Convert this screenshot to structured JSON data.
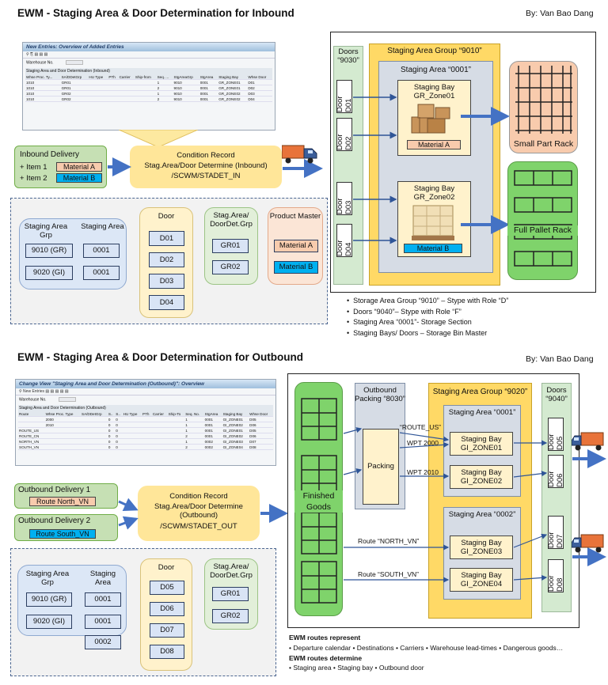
{
  "inbound": {
    "title": "EWM - Staging Area & Door Determination for Inbound",
    "author": "By: Van Bao Dang",
    "sap": {
      "title": "New Entries: Overview of Added Entries",
      "toolbar": "⚲ ⎘ ▤ ▤ ▤",
      "warehouse_label": "Warehouse No.",
      "table_title": "Staging Area and Door Determination (Inbound)",
      "headers": [
        "Whse Proc. Ty...",
        "SA/DDetGrp",
        "HU Type",
        "PTh",
        "Carrier",
        "Ship-from",
        "Seq. ...",
        "StgAreaGrp",
        "StgArea",
        "Staging Bay",
        "Whse Door"
      ],
      "rows": [
        [
          "1010",
          "GR01",
          "",
          "",
          "",
          "",
          "1",
          "9010",
          "0001",
          "GR_ZONE01",
          "D01"
        ],
        [
          "1010",
          "GR01",
          "",
          "",
          "",
          "",
          "2",
          "9010",
          "0001",
          "GR_ZONE01",
          "D02"
        ],
        [
          "1010",
          "GR02",
          "",
          "",
          "",
          "",
          "1",
          "9010",
          "0001",
          "GR_ZONE02",
          "D03"
        ],
        [
          "1010",
          "GR02",
          "",
          "",
          "",
          "",
          "2",
          "9010",
          "0001",
          "GR_ZONE02",
          "D04"
        ]
      ]
    },
    "delivery": {
      "title": "Inbound Delivery",
      "item1": "+ Item 1",
      "item2": "+ Item 2",
      "mat_a": "Material A",
      "mat_b": "Material B"
    },
    "condition": {
      "line1": "Condition Record",
      "line2": "Stag.Area/Door Determine (Inbound)",
      "line3": "/SCWM/STADET_IN"
    },
    "map": {
      "sag_title": "Staging Area Grp",
      "sa_title": "Staging Area",
      "door_title": "Door",
      "ddg_title": "Stag.Area/ DoorDet.Grp",
      "pm_title": "Product Master",
      "sag": [
        "9010 (GR)",
        "9020 (GI)"
      ],
      "sa": [
        "0001",
        "0001"
      ],
      "doors": [
        "D01",
        "D02",
        "D03",
        "D04"
      ],
      "ddg": [
        "GR01",
        "GR02"
      ],
      "mats": [
        "Material A",
        "Material B"
      ]
    },
    "layout": {
      "doors_label": "Doors “9030”",
      "door_ids": [
        "D01",
        "D02",
        "D03",
        "D04"
      ],
      "door_word": "Door",
      "sag_label": "Staging Area Group “9010”",
      "sa_label": "Staging Area “0001”",
      "bay1_label": "Staging Bay GR_Zone01",
      "bay1_mat": "Material A",
      "bay2_label": "Staging Bay GR_Zone02",
      "bay2_mat": "Material B",
      "small_rack": "Small Part Rack",
      "full_rack": "Full Pallet Rack"
    },
    "notes": [
      "Storage Area Group “9010” – Stype with Role “D”",
      "Doors “9040”– Stype with Role “F”",
      "Staging Area “0001”- Storage Section",
      "Staging Bays/ Doors – Storage Bin Master"
    ]
  },
  "outbound": {
    "title": "EWM - Staging Area & Door Determination for Outbound",
    "author": "By: Van Bao Dang",
    "sap": {
      "title": "Change View \"Staging Area and Door Determination (Outbound)\": Overview",
      "toolbar": "⚲ New Entries ▤ ▤ ▤ ▤ ▤",
      "warehouse_label": "Warehouse No.",
      "table_title": "Staging Area and Door Determination (Outbound)",
      "headers": [
        "Route",
        "Whse Proc. Type",
        "SA/DDetGrp",
        "S..",
        "S..",
        "HU Type",
        "PTh",
        "Carrier",
        "Ship-To",
        "Seq. No.",
        "StgArea",
        "Staging Bay",
        "Whse Door"
      ],
      "rows": [
        [
          "",
          "2000",
          "",
          "0",
          "0",
          "",
          "",
          "",
          "",
          "1",
          "0001",
          "GI_ZONE01",
          "D05"
        ],
        [
          "",
          "2010",
          "",
          "0",
          "0",
          "",
          "",
          "",
          "",
          "1",
          "0001",
          "GI_ZONE02",
          "D06"
        ],
        [
          "ROUTE_US",
          "",
          "",
          "0",
          "0",
          "",
          "",
          "",
          "",
          "1",
          "0001",
          "GI_ZONE01",
          "D05"
        ],
        [
          "ROUTE_CN",
          "",
          "",
          "0",
          "0",
          "",
          "",
          "",
          "",
          "2",
          "0001",
          "GI_ZONE02",
          "D06"
        ],
        [
          "NORTH_VN",
          "",
          "",
          "0",
          "0",
          "",
          "",
          "",
          "",
          "1",
          "0002",
          "GI_ZONE03",
          "D07"
        ],
        [
          "SOUTH_VN",
          "",
          "",
          "0",
          "0",
          "",
          "",
          "",
          "",
          "2",
          "0002",
          "GI_ZONE04",
          "D08"
        ]
      ]
    },
    "delivery1": {
      "title": "Outbound Delivery 1",
      "route": "Route North_VN"
    },
    "delivery2": {
      "title": "Outbound Delivery 2",
      "route": "Route South_VN"
    },
    "condition": {
      "line1": "Condition Record",
      "line2": "Stag.Area/Door Determine (Outbound)",
      "line3": "/SCWM/STADET_OUT"
    },
    "map": {
      "sag_title": "Staging Area Grp",
      "sa_title": "Staging Area",
      "door_title": "Door",
      "ddg_title": "Stag.Area/ DoorDet.Grp",
      "sag": [
        "9010 (GR)",
        "9020 (GI)"
      ],
      "sa": [
        "0001",
        "0001",
        "0002"
      ],
      "doors": [
        "D05",
        "D06",
        "D07",
        "D08"
      ],
      "ddg": [
        "GR01",
        "GR02"
      ]
    },
    "layout": {
      "finished_goods": "Finished Goods",
      "packing_label": "Outbound Packing “8030”",
      "packing": "Packing",
      "sag_label": "Staging Area Group “9020”",
      "sa1_label": "Staging Area “0001”",
      "sa2_label": "Staging Area “0002”",
      "bays": [
        "Staging Bay GI_ZONE01",
        "Staging Bay GI_ZONE02",
        "Staging Bay GI_ZONE03",
        "Staging Bay GI_ZONE04"
      ],
      "route_us": "“ROUTE_US”",
      "wpt2000": "WPT 2000",
      "wpt2010": "WPT 2010",
      "route_north": "Route “NORTH_VN”",
      "route_south": "Route “SOUTH_VN”",
      "doors_label": "Doors “9040”",
      "door_ids": [
        "D05",
        "D06",
        "D07",
        "D08"
      ],
      "door_word": "Door"
    },
    "notes": {
      "h1": "EWM routes represent",
      "l1": "• Departure calendar • Destinations • Carriers • Warehouse lead-times • Dangerous goods…",
      "h2": "EWM routes determine",
      "l2": "• Staging area • Staging bay • Outbound door"
    }
  },
  "colors": {
    "green_box": "#c6e0b4",
    "yellow_box": "#ffe699",
    "blue_node": "#d9e4f5",
    "orange_box": "#f8cbad",
    "material_a": "#f8cbad",
    "material_b": "#00b0f0",
    "arrow_blue": "#4472c4",
    "rack_green": "#7fd36b"
  }
}
